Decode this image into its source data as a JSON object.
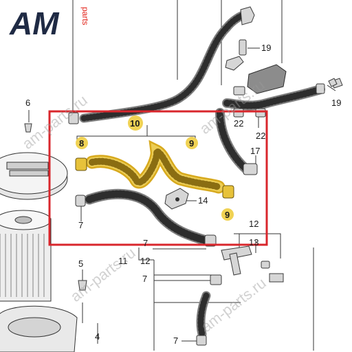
{
  "logo": {
    "text": "AM",
    "suffix": "parts"
  },
  "watermark": "am-parts.ru",
  "colors": {
    "frame": "#d9262c",
    "highlight_fill": "#e7c23a",
    "highlight_badge": "#f0d254",
    "hose": "#808080",
    "logo_red": "#e2231a",
    "logo_dark": "#1f2a44"
  },
  "callouts": [
    {
      "id": "c-19a",
      "label": "19"
    },
    {
      "id": "c-19b",
      "label": "19"
    },
    {
      "id": "c-6",
      "label": "6"
    },
    {
      "id": "c-22a",
      "label": "22"
    },
    {
      "id": "c-22b",
      "label": "22"
    },
    {
      "id": "c-10",
      "label": "10",
      "highlight": true
    },
    {
      "id": "c-8",
      "label": "8",
      "highlight": true
    },
    {
      "id": "c-9a",
      "label": "9",
      "highlight": true
    },
    {
      "id": "c-9b",
      "label": "9",
      "highlight": true
    },
    {
      "id": "c-17",
      "label": "17"
    },
    {
      "id": "c-14",
      "label": "14"
    },
    {
      "id": "c-7a",
      "label": "7"
    },
    {
      "id": "c-7b",
      "label": "7"
    },
    {
      "id": "c-7c",
      "label": "7"
    },
    {
      "id": "c-7d",
      "label": "7"
    },
    {
      "id": "c-12a",
      "label": "12"
    },
    {
      "id": "c-12b",
      "label": "12"
    },
    {
      "id": "c-11",
      "label": "11"
    },
    {
      "id": "c-13",
      "label": "13"
    },
    {
      "id": "c-5",
      "label": "5"
    },
    {
      "id": "c-4",
      "label": "4"
    }
  ]
}
